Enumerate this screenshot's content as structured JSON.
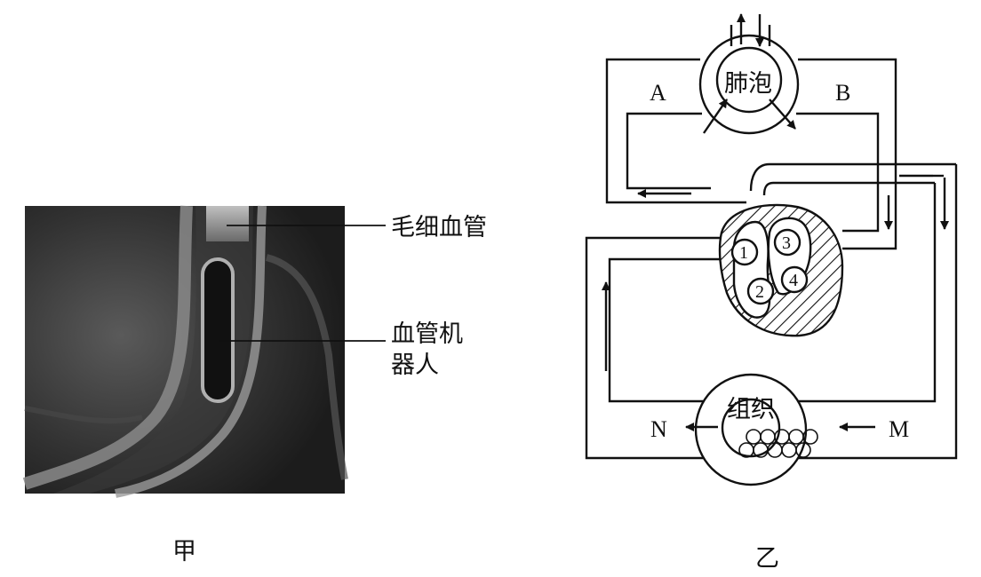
{
  "figure_jia": {
    "caption": "甲",
    "label_capillary": "毛细血管",
    "label_robot_line1": "血管机",
    "label_robot_line2": "器人"
  },
  "figure_yi": {
    "caption": "乙",
    "alveolus": "肺泡",
    "tissue": "组织",
    "label_A": "A",
    "label_B": "B",
    "label_M": "M",
    "label_N": "N",
    "chamber_1": "1",
    "chamber_2": "2",
    "chamber_3": "3",
    "chamber_4": "4"
  }
}
